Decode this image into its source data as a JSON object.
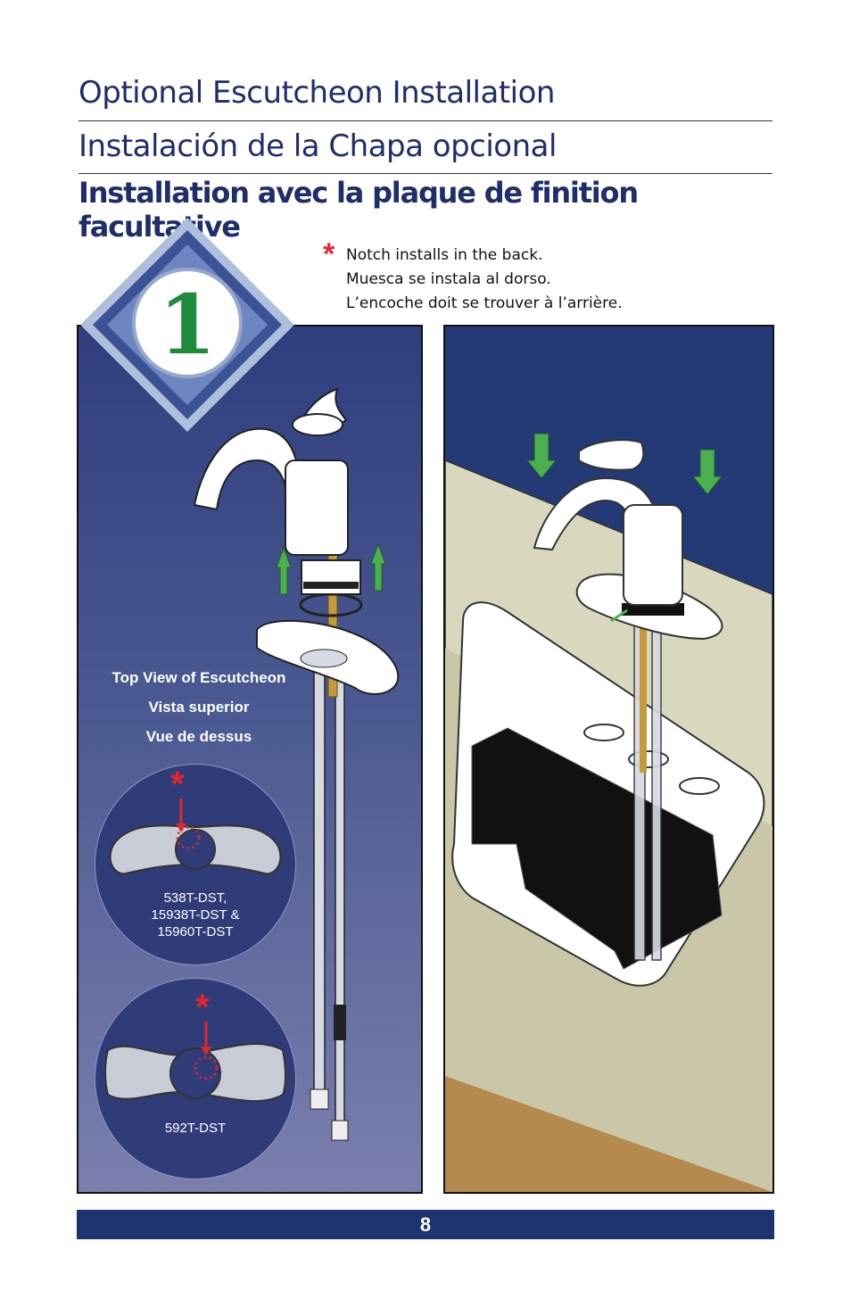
{
  "titles": {
    "en": "Optional Escutcheon Installation",
    "es": "Instalación de la Chapa opcional",
    "fr": "Installation avec la plaque de finition facultative"
  },
  "step": {
    "number": "1"
  },
  "note": {
    "symbol": "*",
    "en": "Notch installs in the back.",
    "es": "Muesca se instala al dorso.",
    "fr": "L’encoche doit se trouver à l’arrière."
  },
  "top_view": {
    "en": "Top View of Escutcheon",
    "es": "Vista superior",
    "fr": "Vue de dessus"
  },
  "models": {
    "first_line1": "538T-DST,",
    "first_line2": "15938T-DST &",
    "first_line3": "15960T-DST",
    "second": "592T-DST"
  },
  "page_number": "8",
  "colors": {
    "title": "#1f2d6b",
    "accent_red": "#e3262f",
    "arrow_green": "#4caf50",
    "panel_blue": "#243a76",
    "footer_blue": "#1f3270"
  }
}
